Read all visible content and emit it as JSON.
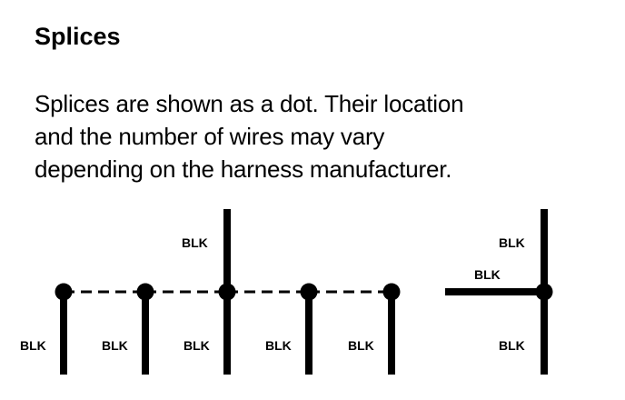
{
  "heading": "Splices",
  "description": {
    "lines": [
      "Splices are shown as a dot. Their location",
      "and the number of wires may vary",
      "depending on the harness manufacturer."
    ]
  },
  "diagram": {
    "left_group": {
      "top_wire_label": "BLK",
      "bottom_wire_labels": [
        "BLK",
        "BLK",
        "BLK",
        "BLK",
        "BLK"
      ]
    },
    "right_group": {
      "top_wire_label": "BLK",
      "side_wire_label": "BLK",
      "bottom_wire_label": "BLK"
    }
  }
}
